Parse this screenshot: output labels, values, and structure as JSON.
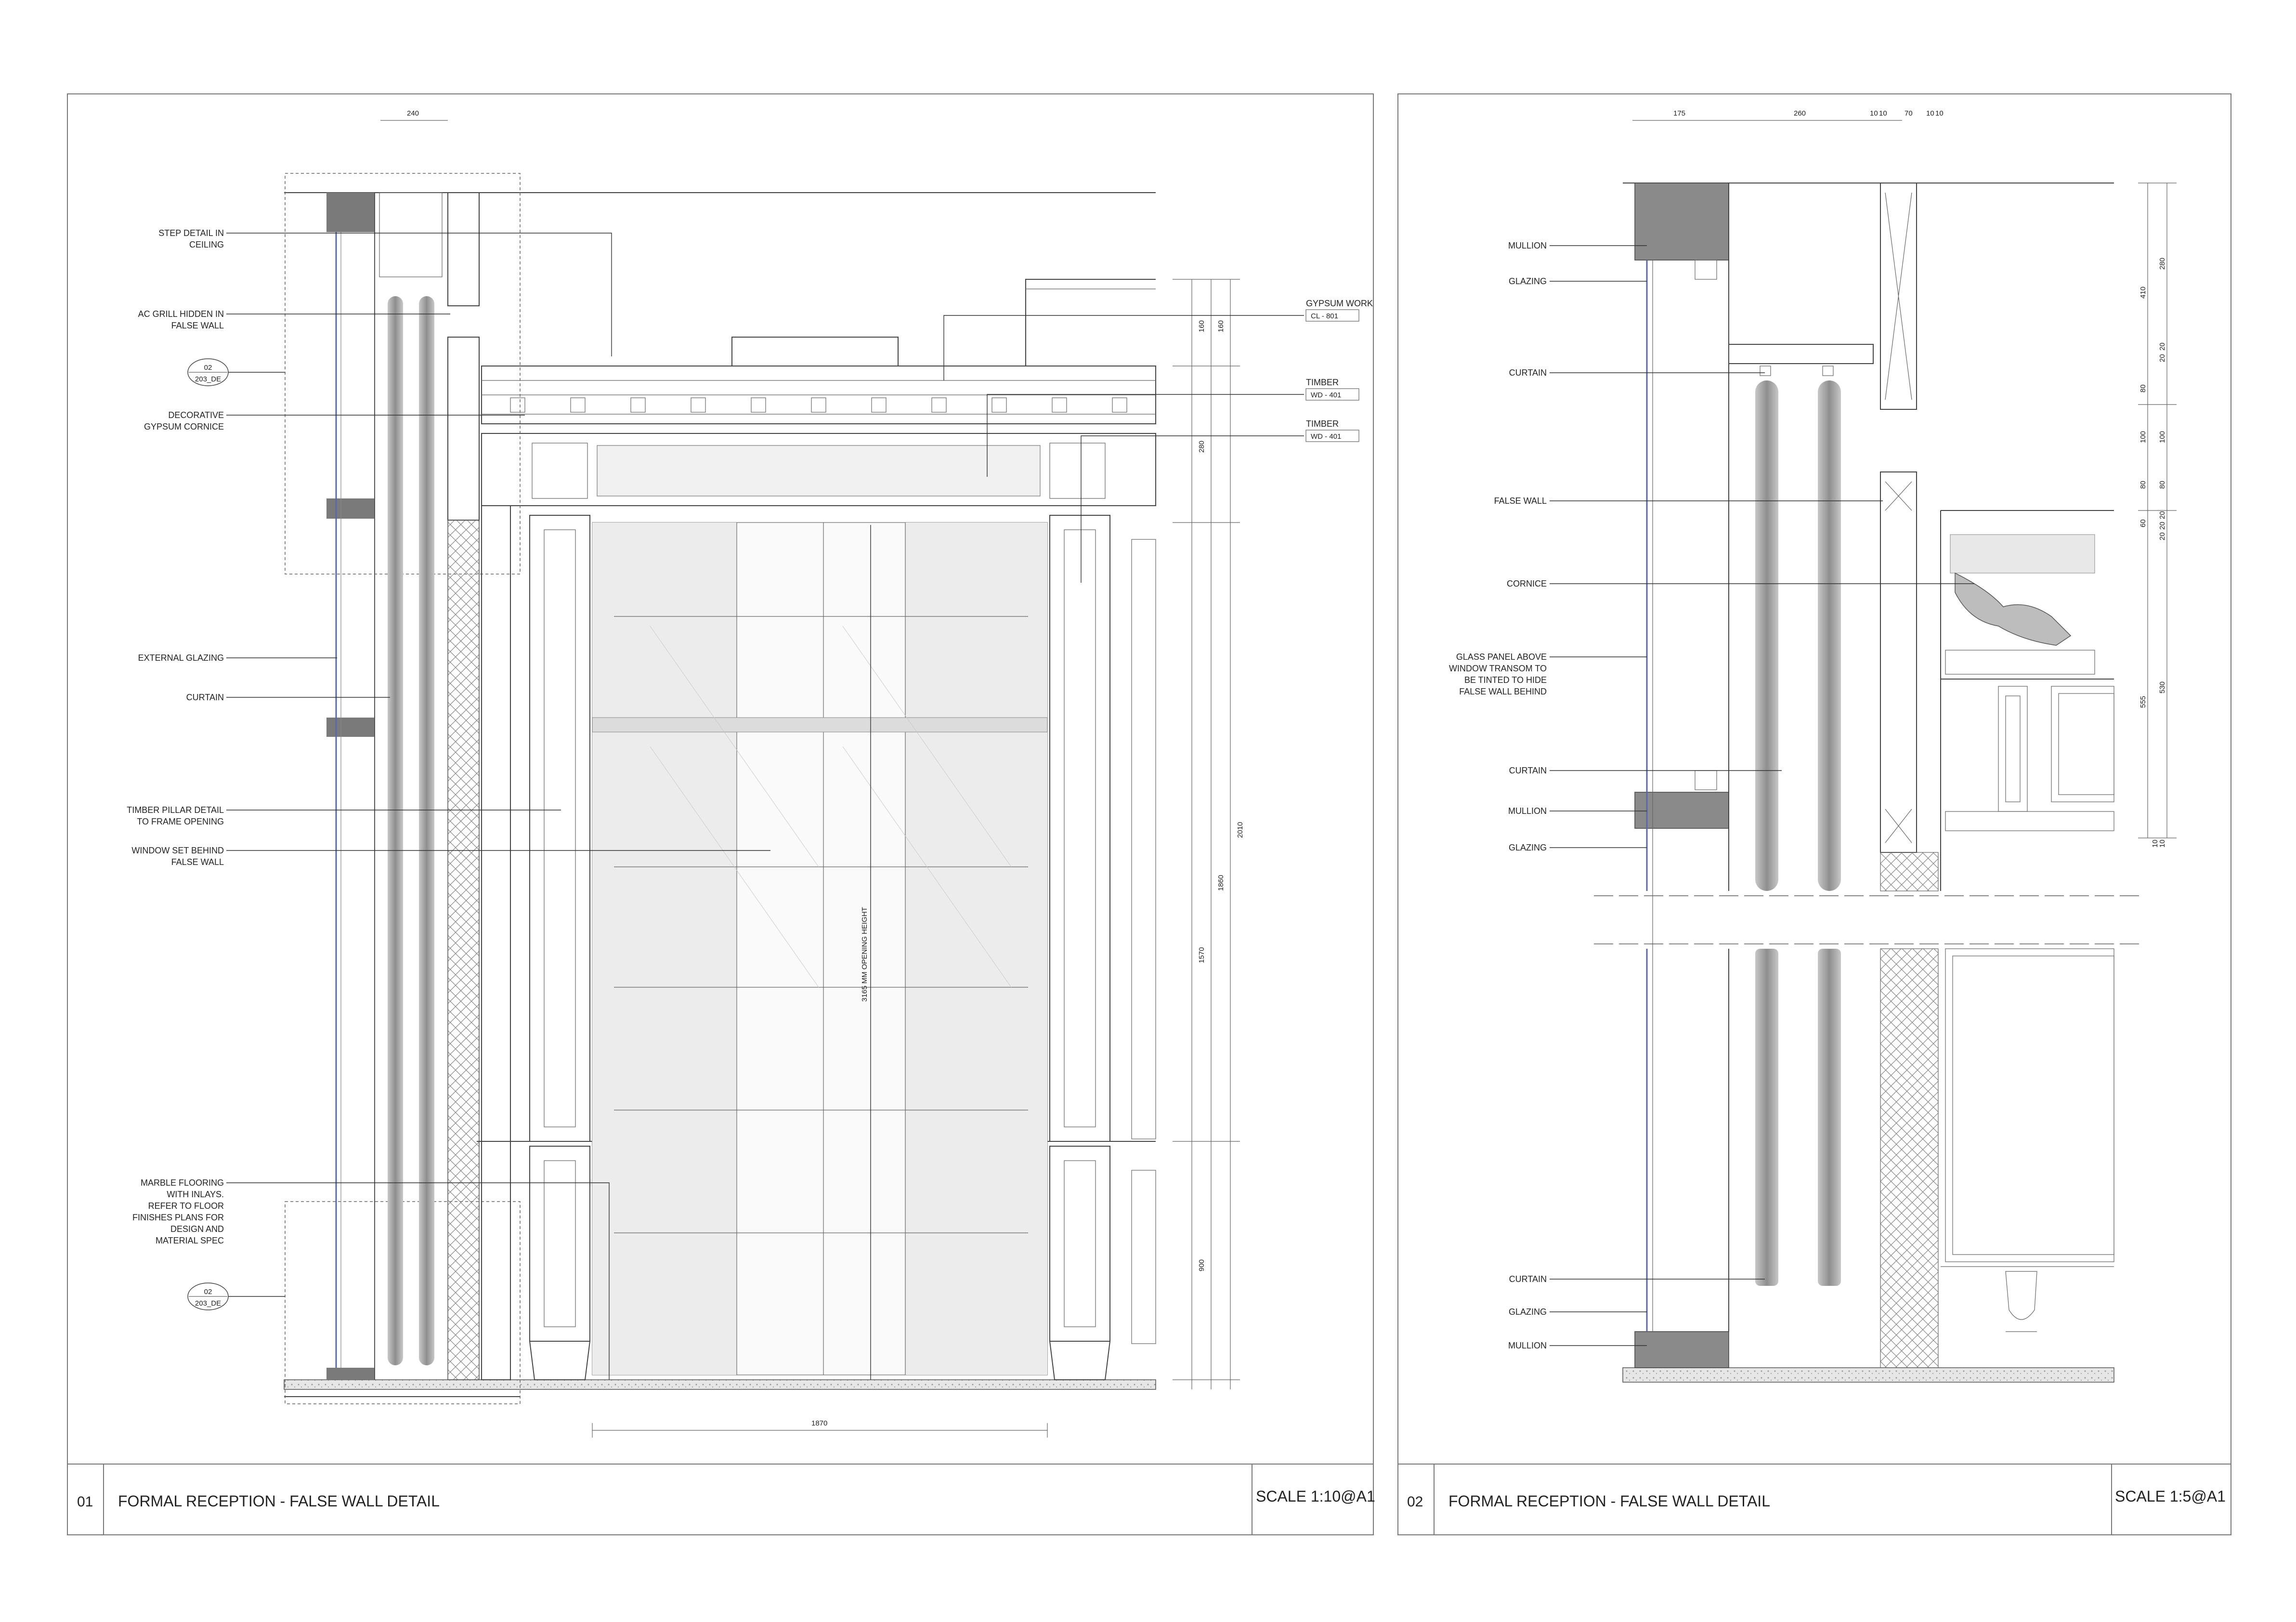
{
  "panels": [
    {
      "number": "01",
      "title": "FORMAL RECEPTION - FALSE WALL DETAIL",
      "scale": "SCALE 1:10@A1",
      "labels": [
        {
          "lines": [
            "STEP DETAIL IN",
            "CEILING"
          ]
        },
        {
          "lines": [
            "AC GRILL HIDDEN IN",
            "FALSE WALL"
          ]
        },
        {
          "lines": [
            "DECORATIVE",
            "GYPSUM CORNICE"
          ]
        },
        {
          "lines": [
            "EXTERNAL GLAZING"
          ]
        },
        {
          "lines": [
            "CURTAIN"
          ]
        },
        {
          "lines": [
            "TIMBER PILLAR DETAIL",
            "TO FRAME OPENING"
          ]
        },
        {
          "lines": [
            "WINDOW SET BEHIND",
            "FALSE WALL"
          ]
        },
        {
          "lines": [
            "MARBLE FLOORING",
            "WITH INLAYS.",
            "REFER TO FLOOR",
            "FINISHES PLANS FOR",
            "DESIGN AND",
            "MATERIAL SPEC"
          ]
        }
      ],
      "callouts": [
        {
          "top": "02",
          "bottom": "203_DE"
        },
        {
          "top": "02",
          "bottom": "203_DE"
        }
      ],
      "tags": [
        {
          "name": "GYPSUM WORK",
          "code": "CL - 801"
        },
        {
          "name": "TIMBER",
          "code": "WD - 401"
        },
        {
          "name": "TIMBER",
          "code": "WD - 401"
        }
      ],
      "dims": {
        "top": "240",
        "bottom": "1870",
        "opening": "3165 MM OPENING HEIGHT",
        "d160a": "160",
        "d160b": "160",
        "d280": "280",
        "d1570": "1570",
        "d1860": "1860",
        "d2010": "2010",
        "d900": "900"
      }
    },
    {
      "number": "02",
      "title": "FORMAL RECEPTION - FALSE WALL DETAIL",
      "scale": "SCALE 1:5@A1",
      "labels": [
        {
          "lines": [
            "MULLION"
          ]
        },
        {
          "lines": [
            "GLAZING"
          ]
        },
        {
          "lines": [
            "CURTAIN"
          ]
        },
        {
          "lines": [
            "FALSE WALL"
          ]
        },
        {
          "lines": [
            "CORNICE"
          ]
        },
        {
          "lines": [
            "GLASS PANEL ABOVE",
            "WINDOW TRANSOM TO",
            "BE TINTED TO HIDE",
            "FALSE WALL BEHIND"
          ]
        },
        {
          "lines": [
            "CURTAIN"
          ]
        },
        {
          "lines": [
            "MULLION"
          ]
        },
        {
          "lines": [
            "GLAZING"
          ]
        },
        {
          "lines": [
            "CURTAIN"
          ]
        },
        {
          "lines": [
            "GLAZING"
          ]
        },
        {
          "lines": [
            "MULLION"
          ]
        }
      ],
      "dims": {
        "top": [
          "175",
          "260",
          "10",
          "10",
          "70",
          "10",
          "10"
        ],
        "right_outer": [
          "410",
          "555"
        ],
        "right_inner": [
          "280",
          "20",
          "20",
          "80",
          "100",
          "100",
          "80",
          "80",
          "60",
          "20",
          "20",
          "20",
          "530",
          "10",
          "10"
        ]
      }
    }
  ]
}
